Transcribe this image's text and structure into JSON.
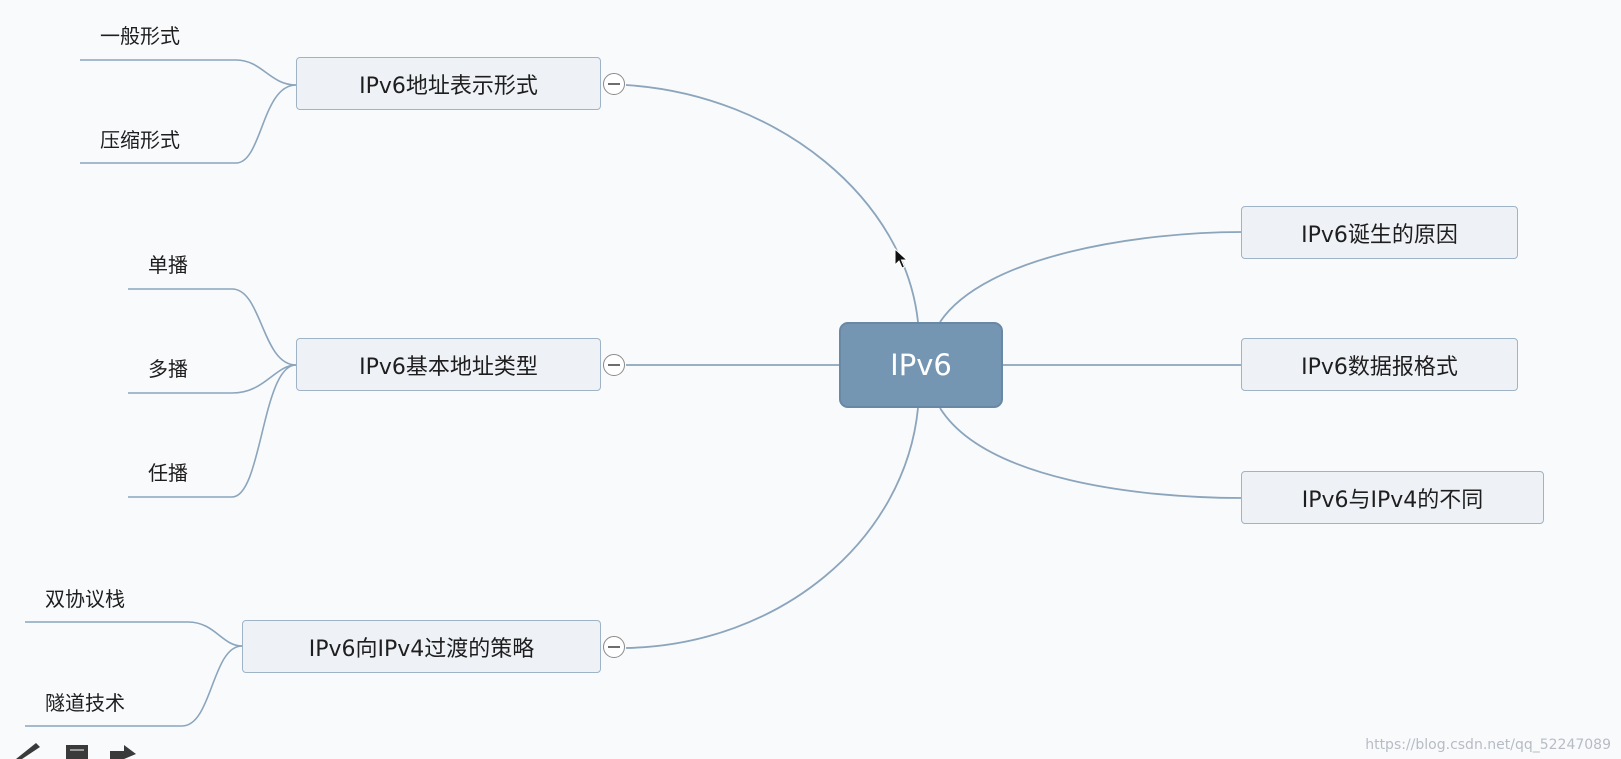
{
  "mindmap": {
    "root": {
      "label": "IPv6"
    },
    "left_branches": [
      {
        "label": "IPv6地址表示形式",
        "children": [
          "一般形式",
          "压缩形式"
        ]
      },
      {
        "label": "IPv6基本地址类型",
        "children": [
          "单播",
          "多播",
          "任播"
        ]
      },
      {
        "label": "IPv6向IPv4过渡的策略",
        "children": [
          "双协议栈",
          "隧道技术"
        ]
      }
    ],
    "right_branches": [
      {
        "label": "IPv6诞生的原因"
      },
      {
        "label": "IPv6数据报格式"
      },
      {
        "label": "IPv6与IPv4的不同"
      }
    ]
  },
  "watermark": "https://blog.csdn.net/qq_52247089",
  "colors": {
    "root_fill": "#7496b3",
    "node_fill": "#eef2f7",
    "node_border": "#9fb3c6",
    "connector": "#8ba5bd",
    "background": "#f9fafc"
  },
  "icons": [
    "collapse-icon",
    "mouse-cursor-icon",
    "pen-icon",
    "document-icon",
    "arrow-right-icon"
  ]
}
